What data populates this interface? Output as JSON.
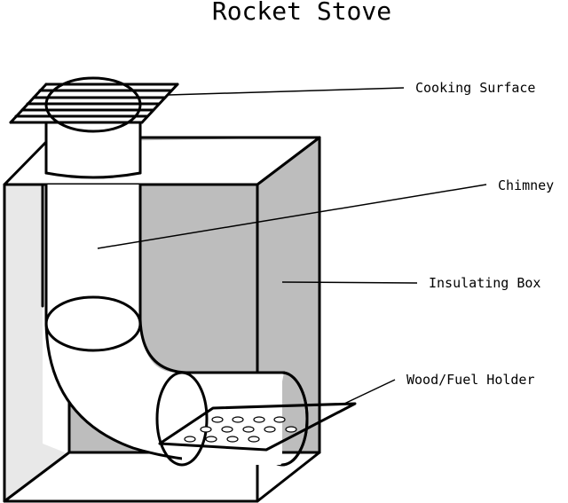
{
  "title": "Rocket Stove",
  "labels": {
    "cooking_surface": "Cooking Surface",
    "chimney": "Chimney",
    "insulating_box": "Insulating Box",
    "fuel_holder": "Wood/Fuel Holder"
  },
  "colors": {
    "box_shade": "#bdbdbd",
    "side_shade": "#e8e8e8",
    "outline": "#000000",
    "background": "#ffffff"
  }
}
